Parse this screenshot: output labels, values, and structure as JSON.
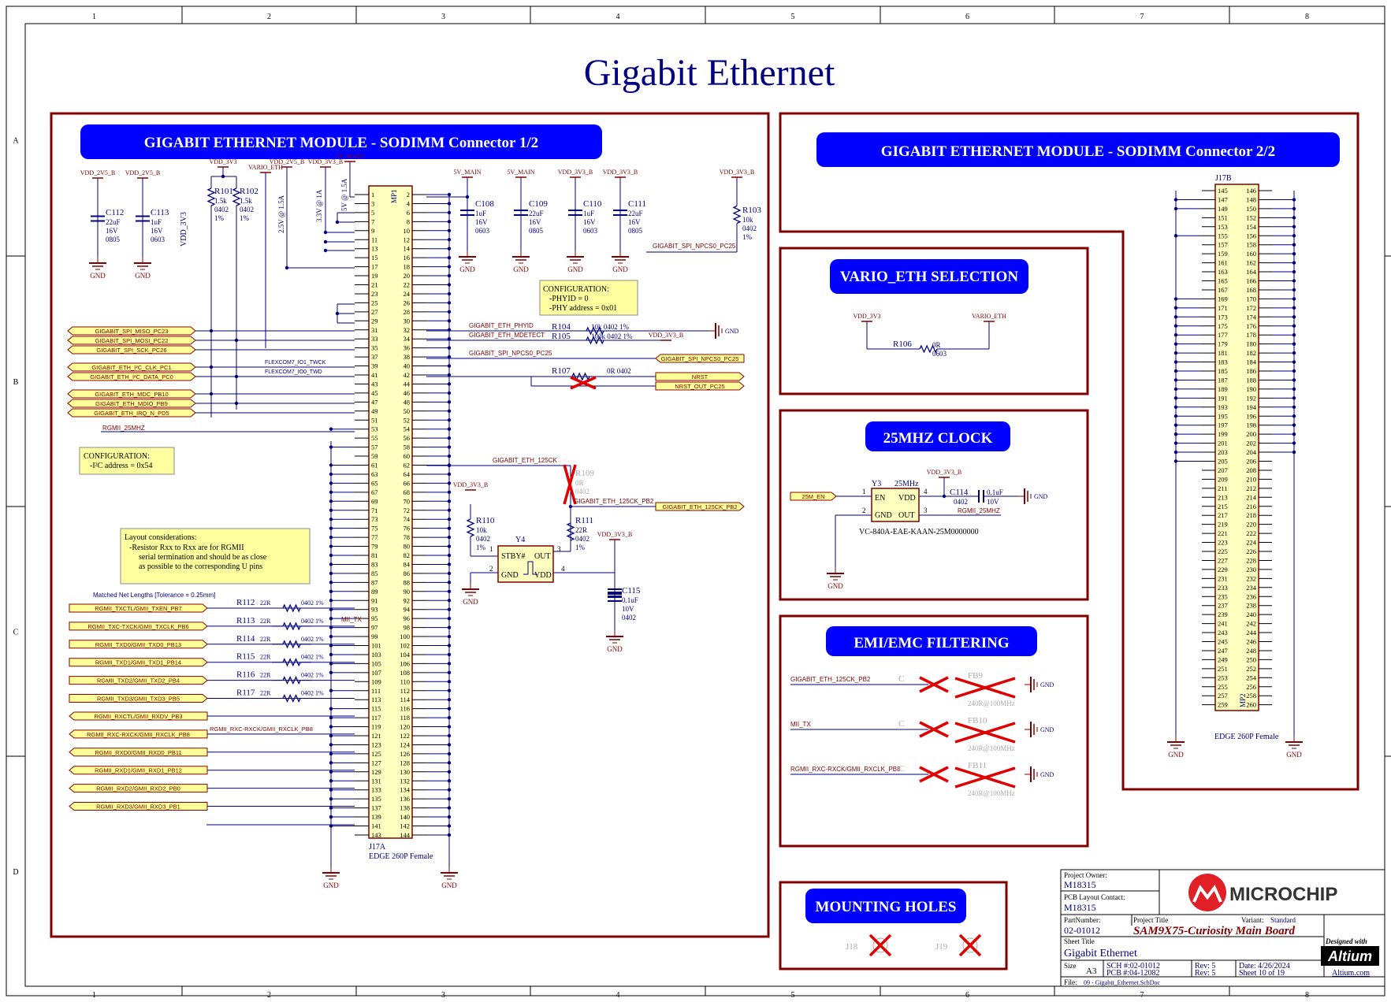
{
  "sheet": {
    "title": "Gigabit Ethernet",
    "columns": [
      "1",
      "2",
      "3",
      "4",
      "5",
      "6",
      "7",
      "8"
    ],
    "rows": [
      "A",
      "B",
      "C",
      "D"
    ]
  },
  "sections": {
    "sodimm1": "GIGABIT ETHERNET MODULE - SODIMM Connector 1/2",
    "sodimm2": "GIGABIT ETHERNET MODULE - SODIMM Connector 2/2",
    "vario": "VARIO_ETH SELECTION",
    "clock": "25MHZ CLOCK",
    "emi": "EMI/EMC FILTERING",
    "mounting": "MOUNTING HOLES"
  },
  "j17a": {
    "ref": "J17A",
    "part": "EDGE 260P Female",
    "mp": "MP1",
    "left_pins": [
      "1",
      "3",
      "5",
      "7",
      "9",
      "11",
      "13",
      "15",
      "17",
      "19",
      "21",
      "23",
      "25",
      "27",
      "29",
      "31",
      "33",
      "35",
      "37",
      "39",
      "41",
      "43",
      "45",
      "47",
      "49",
      "51",
      "53",
      "55",
      "57",
      "59",
      "61",
      "63",
      "65",
      "67",
      "69",
      "71",
      "73",
      "75",
      "77",
      "79",
      "81",
      "83",
      "85",
      "87",
      "89",
      "91",
      "93",
      "95",
      "97",
      "99",
      "101",
      "103",
      "105",
      "107",
      "109",
      "111",
      "113",
      "115",
      "117",
      "119",
      "121",
      "123",
      "125",
      "127",
      "129",
      "131",
      "133",
      "135",
      "137",
      "139",
      "141",
      "143"
    ],
    "right_pins": [
      "2",
      "4",
      "6",
      "8",
      "10",
      "12",
      "14",
      "16",
      "18",
      "20",
      "22",
      "24",
      "26",
      "28",
      "30",
      "32",
      "34",
      "36",
      "38",
      "40",
      "42",
      "44",
      "46",
      "48",
      "50",
      "52",
      "54",
      "56",
      "58",
      "60",
      "62",
      "64",
      "66",
      "68",
      "70",
      "72",
      "74",
      "76",
      "78",
      "80",
      "82",
      "84",
      "86",
      "88",
      "90",
      "92",
      "94",
      "96",
      "98",
      "100",
      "102",
      "104",
      "106",
      "108",
      "110",
      "112",
      "114",
      "116",
      "118",
      "120",
      "122",
      "124",
      "126",
      "128",
      "130",
      "132",
      "134",
      "136",
      "138",
      "140",
      "142",
      "144"
    ]
  },
  "j17b": {
    "ref": "J17B",
    "part": "EDGE 260P Female",
    "mp": "MP2",
    "left_pins": [
      "145",
      "147",
      "149",
      "151",
      "153",
      "155",
      "157",
      "159",
      "161",
      "163",
      "165",
      "167",
      "169",
      "171",
      "173",
      "175",
      "177",
      "179",
      "181",
      "183",
      "185",
      "187",
      "189",
      "191",
      "193",
      "195",
      "197",
      "199",
      "201",
      "203",
      "205",
      "207",
      "209",
      "211",
      "213",
      "215",
      "217",
      "219",
      "221",
      "223",
      "225",
      "227",
      "229",
      "231",
      "233",
      "235",
      "237",
      "239",
      "241",
      "243",
      "245",
      "247",
      "249",
      "251",
      "253",
      "255",
      "257",
      "259"
    ],
    "right_pins": [
      "146",
      "148",
      "150",
      "152",
      "154",
      "156",
      "158",
      "160",
      "162",
      "164",
      "166",
      "168",
      "170",
      "172",
      "174",
      "176",
      "178",
      "180",
      "182",
      "184",
      "186",
      "188",
      "190",
      "192",
      "194",
      "196",
      "198",
      "200",
      "202",
      "204",
      "206",
      "208",
      "210",
      "212",
      "214",
      "216",
      "218",
      "220",
      "222",
      "224",
      "226",
      "228",
      "230",
      "232",
      "234",
      "236",
      "238",
      "240",
      "242",
      "244",
      "246",
      "248",
      "250",
      "252",
      "254",
      "256",
      "258",
      "260"
    ]
  },
  "power_labels": {
    "vdd2v5b": "VDD_2V5_B",
    "vdd3v3": "VDD_3V3",
    "vario": "VARIO_ETH",
    "vdd3v3b": "VDD_3V3_B",
    "v5main": "5V_MAIN",
    "gnd": "GND",
    "c25": "2.5V @ 1.5A",
    "c33": "3.3V @ 1A",
    "c5": "5V @ 1.5A"
  },
  "caps": [
    {
      "ref": "C112",
      "v": "22uF",
      "volt": "16V",
      "pkg": "0805"
    },
    {
      "ref": "C113",
      "v": "1uF",
      "volt": "16V",
      "pkg": "0603"
    },
    {
      "ref": "C108",
      "v": "1uF",
      "volt": "16V",
      "pkg": "0603"
    },
    {
      "ref": "C109",
      "v": "22uF",
      "volt": "16V",
      "pkg": "0805"
    },
    {
      "ref": "C110",
      "v": "1uF",
      "volt": "16V",
      "pkg": "0603"
    },
    {
      "ref": "C111",
      "v": "22uF",
      "volt": "16V",
      "pkg": "0805"
    }
  ],
  "resistors": {
    "r101": {
      "ref": "R101",
      "v": "1.5k",
      "pkg": "0402",
      "tol": "1%"
    },
    "r102": {
      "ref": "R102",
      "v": "1.5k",
      "pkg": "0402",
      "tol": "1%"
    },
    "r103": {
      "ref": "R103",
      "v": "10k",
      "pkg": "0402",
      "tol": "1%"
    },
    "r104": {
      "ref": "R104",
      "v": "10k  0402 1%"
    },
    "r105": {
      "ref": "R105",
      "v": "100k 0402 1%"
    },
    "r107": {
      "ref": "R107",
      "v": "0R  0402"
    },
    "r110": {
      "ref": "R110",
      "v": "10k",
      "pkg": "0402",
      "tol": "1%"
    },
    "r111": {
      "ref": "R111",
      "v": "22R",
      "pkg": "0402",
      "tol": "1%"
    },
    "r106": {
      "ref": "R106",
      "v": "0R",
      "pkg": "0603"
    },
    "r109": {
      "ref": "R109",
      "v": "0R",
      "pkg": "0402"
    }
  },
  "left_nets": [
    "GIGABIT_SPI_MISO_PC23",
    "GIGABIT_SPI_MOSI_PC22",
    "GIGABIT_SPI_SCK_PC26",
    "GIGABIT_ETH_I²C_CLK_PC1",
    "GIGABIT_ETH_I²C_DATA_PC0",
    "GIGABIT_ETH_MDC_PB10",
    "GIGABIT_ETH_MDIO_PB9",
    "GIGABIT_ETH_IRQ_N_PD5"
  ],
  "flexcom": [
    "FLEXCOM7_IO1_TWCK",
    "FLEXCOM7_IO0_TWD"
  ],
  "rgmii_25": "RGMII_25MHZ",
  "config1": [
    "CONFIGURATION:",
    "-PHYID = 0",
    "-PHY address = 0x01"
  ],
  "config2": [
    "CONFIGURATION:",
    "-I²C address = 0x54"
  ],
  "layout_note": [
    "Layout considerations:",
    "-Resistor Rxx to Rxx are for RGMII",
    "serial termination and should be as close",
    "as possible to the corresponding U pins"
  ],
  "matched": "Matched Net Lengths [Tolerance = 0.25mm]",
  "tx_nets": [
    {
      "net": "RGMII_TXCTL/GMII_TXEN_PB7",
      "r": "R112",
      "v": "22R",
      "p": "0402 1%"
    },
    {
      "net": "RGMII_TXC-TXCK/GMII_TXCLK_PB6",
      "r": "R113",
      "v": "22R",
      "p": "0402 1%"
    },
    {
      "net": "RGMII_TXD0/GMII_TXD0_PB13",
      "r": "R114",
      "v": "22R",
      "p": "0402 1%"
    },
    {
      "net": "RGMII_TXD1/GMII_TXD1_PB14",
      "r": "R115",
      "v": "22R",
      "p": "0402 1%"
    },
    {
      "net": "RGMII_TXD2/GMII_TXD2_PB4",
      "r": "R116",
      "v": "22R",
      "p": "0402 1%"
    },
    {
      "net": "RGMII_TXD3/GMII_TXD3_PB5",
      "r": "R117",
      "v": "22R",
      "p": "0402 1%"
    }
  ],
  "rx_nets": [
    "RGMII_RXCTL/GMII_RXDV_PB3",
    "RGMII_RXC-RXCK/GMII_RXCLK_PB8",
    "RGMII_RXD0/GMII_RXD0_PB11",
    "RGMII_RXD1/GMII_RXD1_PB12",
    "RGMII_RXD2/GMII_RXD2_PB0",
    "RGMII_RXD3/GMII_RXD3_PB1"
  ],
  "mii_tx": "MII_TX",
  "rx_clk_net": "RGMII_RXC-RXCK/GMII_RXCLK_PB8",
  "right_nets": {
    "phyid": "GIGABIT_ETH_PHYID",
    "mdetect": "GIGABIT_ETH_MDETECT",
    "npcs0": "GIGABIT_SPI_NPCS0_PC25",
    "nrst": "NRST",
    "nrst_out": "NRST_OUT_PC25",
    "clk125": "GIGABIT_ETH_125CK",
    "clk125_pb2": "GIGABIT_ETH_125CK_PB2"
  },
  "y4": {
    "ref": "Y4",
    "stby": "STBY#",
    "out": "OUT",
    "gnd": "GND",
    "vdd": "VDD",
    "p1": "1",
    "p2": "2",
    "p3": "3",
    "p4": "4"
  },
  "c115": {
    "ref": "C115",
    "v": "0.1uF",
    "volt": "10V",
    "pkg": "0402"
  },
  "y3": {
    "ref": "Y3",
    "freq": "25MHz",
    "en": "EN",
    "vdd": "VDD",
    "gnd": "GND",
    "out": "OUT",
    "part": "VC-840A-EAE-KAAN-25M0000000",
    "net_in": "25M_EN",
    "net_out": "RGMII_25MHZ"
  },
  "c114": {
    "ref": "C114",
    "pkg": "0402",
    "v": "0.1uF",
    "volt": "10V"
  },
  "emi": [
    {
      "net": "GIGABIT_ETH_125CK_PB2",
      "fb": "FB9",
      "c": "C"
    },
    {
      "net": "MII_TX",
      "fb": "FB10",
      "c": "C"
    },
    {
      "net": "RGMII_RXC-RXCK/GMII_RXCLK_PB8",
      "fb": "FB11",
      "c": "C"
    }
  ],
  "ferrite": "240R@100MHz",
  "mh": [
    "J18",
    "J19"
  ],
  "title_block": {
    "owner_label": "Project Owner:",
    "owner": "M18315",
    "layout_label": "PCB Layout Contact:",
    "layout": "M18315",
    "logo": "MICROCHIP",
    "part_label": "PartNumber:",
    "part": "02-01012",
    "proj_label": "Project Title",
    "variant_label": "Variant:",
    "variant": "Standard",
    "proj": "SAM9X75-Curiosity Main Board",
    "designed": "Designed with",
    "altium": "Altium",
    "altium_url": "Altium.com",
    "sheet_label": "Sheet Title",
    "sheet": "Gigabit Ethernet",
    "size_label": "Size",
    "size": "A3",
    "sch": "SCH #:02-01012",
    "pcb": "PCB #:04-12082",
    "rev1": "Rev: 5",
    "rev2": "Rev: 5",
    "date": "Date:  4/26/2024",
    "sheetno": "Sheet  10 of 19",
    "file_label": "File:",
    "file": "09 - Gigabit_Ethernet.SchDoc"
  }
}
